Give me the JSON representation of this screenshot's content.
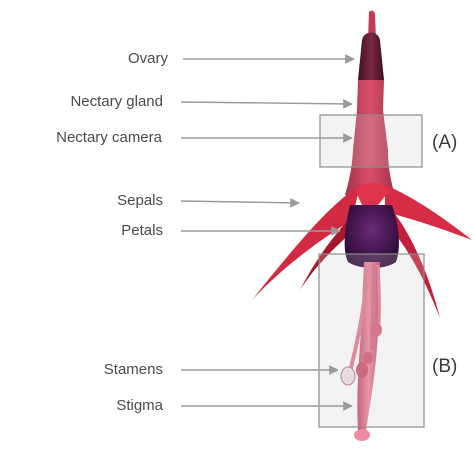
{
  "labels": {
    "ovary": "Ovary",
    "nectary_gland": "Nectary gland",
    "nectary_camera": "Nectary camera",
    "sepals": "Sepals",
    "petals": "Petals",
    "stamens": "Stamens",
    "stigma": "Stigma"
  },
  "regions": {
    "a": "(A)",
    "b": "(B)"
  },
  "colors": {
    "background": "#ffffff",
    "sepal": "#d8283f",
    "sepal_dark": "#a51428",
    "petal": "#4a1550",
    "tube": "#c8405a",
    "ovary": "#5a1a2e",
    "style": "#e06a84",
    "anther": "#f2e8ea"
  }
}
